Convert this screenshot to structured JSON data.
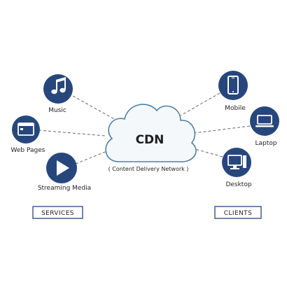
{
  "colors": {
    "node_fill": "#27477c",
    "cloud_fill": "#f4f8fb",
    "cloud_stroke": "#4f7fa7",
    "connector": "#666666",
    "box_stroke": "#27477c"
  },
  "cdn": {
    "title": "CDN",
    "subtitle": "( Content Delivery Network )"
  },
  "services": {
    "label": "SERVICES",
    "items": [
      {
        "label": "Music",
        "icon": "music-note-icon"
      },
      {
        "label": "Web Pages",
        "icon": "web-page-icon"
      },
      {
        "label": "Streaming Media",
        "icon": "play-icon"
      }
    ]
  },
  "clients": {
    "label": "CLIENTS",
    "items": [
      {
        "label": "Mobile",
        "icon": "mobile-phone-icon"
      },
      {
        "label": "Laptop",
        "icon": "laptop-icon"
      },
      {
        "label": "Desktop",
        "icon": "desktop-icon"
      }
    ]
  }
}
